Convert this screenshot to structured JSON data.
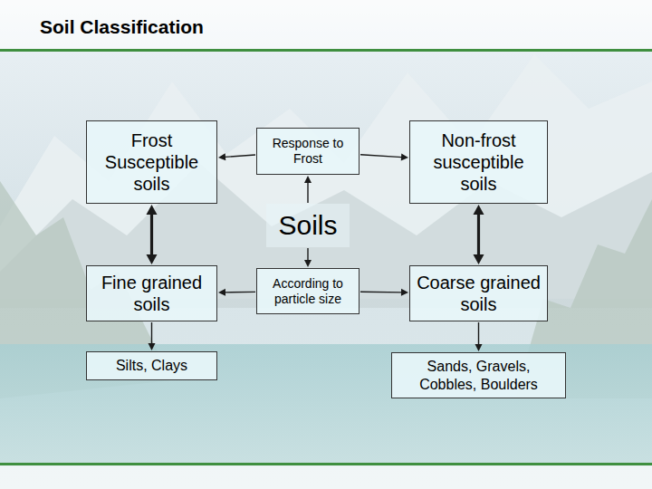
{
  "diagram": {
    "title": "Soil Classification",
    "nodes": [
      {
        "text": [
          "Frost Susceptible soils"
        ]
      },
      {
        "text": [
          "Response to Frost"
        ]
      },
      {
        "text": [
          "Non-frost susceptible soils"
        ]
      },
      {
        "text": [
          "Soils"
        ]
      },
      {
        "text": [
          "Fine grained soils"
        ]
      },
      {
        "text": [
          "According to particle size"
        ]
      },
      {
        "text": [
          "Coarse grained soils"
        ]
      },
      {
        "text": [
          "Silts, Clays"
        ]
      },
      {
        "text": [
          "Sands, Gravels, Cobbles, Boulders"
        ]
      }
    ],
    "edges": [
      {
        "from": 3,
        "to": 1,
        "arrow": "to"
      },
      {
        "from": 1,
        "to": 0,
        "arrow": "to"
      },
      {
        "from": 1,
        "to": 2,
        "arrow": "to"
      },
      {
        "from": 3,
        "to": 5,
        "arrow": "to"
      },
      {
        "from": 5,
        "to": 4,
        "arrow": "to"
      },
      {
        "from": 5,
        "to": 6,
        "arrow": "to"
      },
      {
        "from": 0,
        "to": 4,
        "arrow": "both"
      },
      {
        "from": 2,
        "to": 6,
        "arrow": "both"
      },
      {
        "from": 4,
        "to": 7,
        "arrow": "to"
      },
      {
        "from": 6,
        "to": 8,
        "arrow": "to"
      }
    ]
  }
}
